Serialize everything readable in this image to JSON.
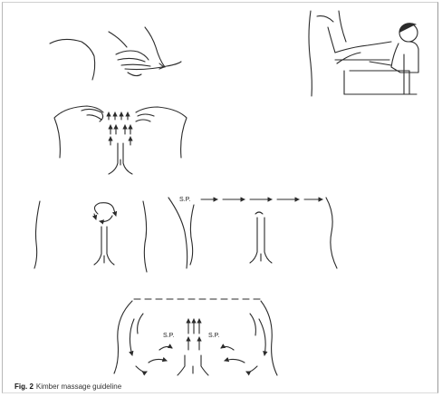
{
  "figure": {
    "label": "Fig. 2",
    "caption": "Kimber massage guideline",
    "panel_labels": {
      "panel4_marker": "S.P.",
      "panel5_left_marker": "S.P.",
      "panel5_right_marker": "S.P."
    }
  }
}
